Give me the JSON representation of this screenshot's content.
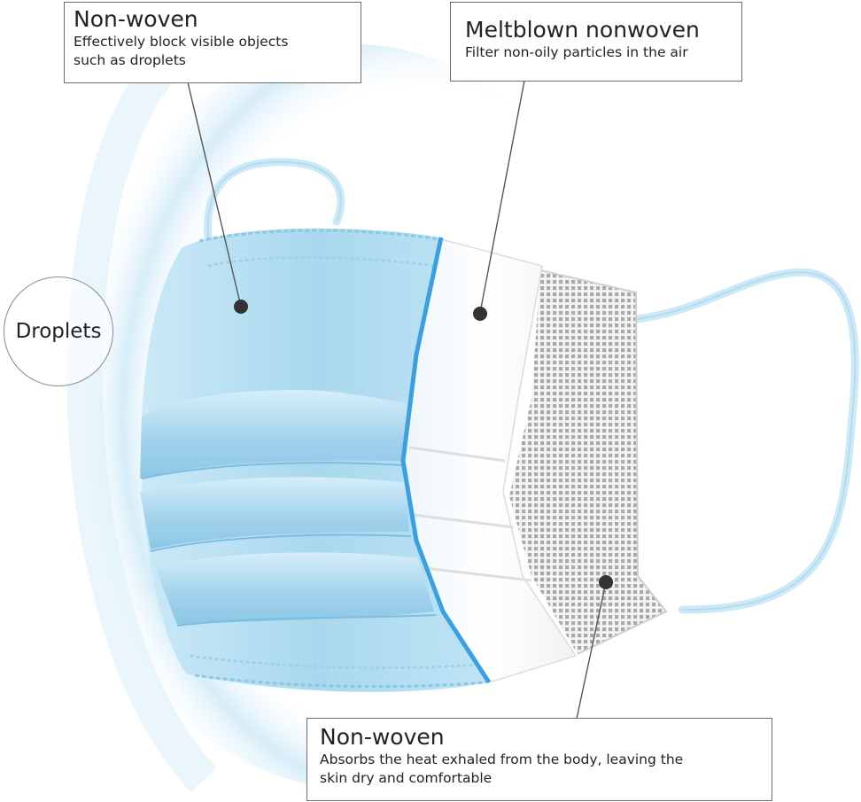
{
  "layers": [
    {
      "id": "outer",
      "title": "Non-woven",
      "description_lines": [
        "Effectively block visible objects",
        "such as droplets"
      ]
    },
    {
      "id": "middle",
      "title": "Meltblown nonwoven",
      "description_lines": [
        "Filter non-oily particles in the air"
      ]
    },
    {
      "id": "inner",
      "title": "Non-woven",
      "description_lines": [
        "Absorbs the heat exhaled from the body, leaving the",
        "skin dry and comfortable"
      ]
    }
  ],
  "droplets_label": "Droplets",
  "colors": {
    "mask_blue": "#a9d8ee",
    "mask_blue_dark": "#6fbde4",
    "edge_blue": "#3aa0e0",
    "white_layer": "#ffffff",
    "inner_mesh": "#9a9a9a",
    "leader_line": "#555555",
    "marker_dot": "#333333",
    "glow": "#b9e3f7"
  },
  "icons": [
    "leader-line",
    "marker-dot",
    "ear-loop"
  ]
}
